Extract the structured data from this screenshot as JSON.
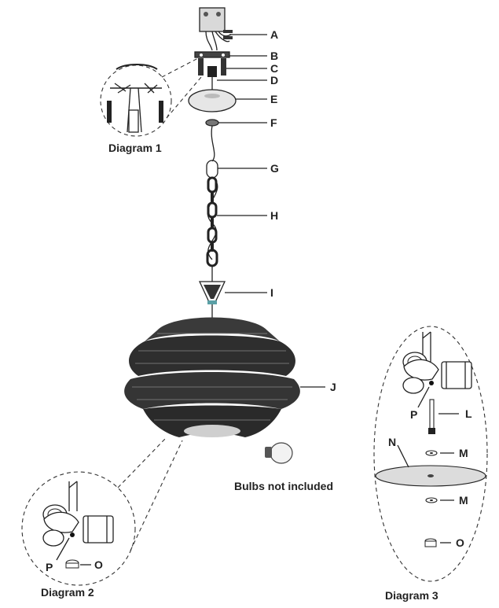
{
  "diagram": {
    "parts": [
      {
        "letter": "A"
      },
      {
        "letter": "B"
      },
      {
        "letter": "C"
      },
      {
        "letter": "D"
      },
      {
        "letter": "E"
      },
      {
        "letter": "F"
      },
      {
        "letter": "G"
      },
      {
        "letter": "H"
      },
      {
        "letter": "I"
      },
      {
        "letter": "J"
      }
    ],
    "bulbs_note": "Bulbs not included",
    "diagram1": {
      "caption": "Diagram 1"
    },
    "diagram2": {
      "caption": "Diagram 2",
      "labels": [
        "P",
        "O"
      ]
    },
    "diagram3": {
      "caption": "Diagram 3",
      "labels": [
        "P",
        "L",
        "N",
        "M",
        "M",
        "O"
      ]
    }
  }
}
